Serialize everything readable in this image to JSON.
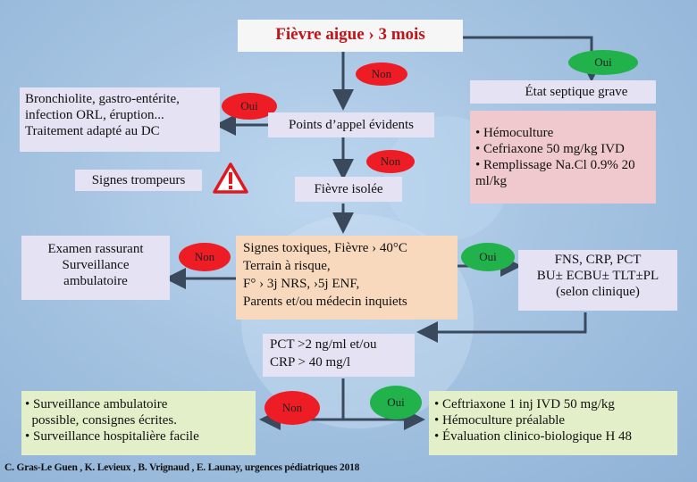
{
  "title": "Fièvre aigue › 3 mois",
  "labels": {
    "non": "Non",
    "oui": "Oui"
  },
  "boxes": {
    "bronchiolite": [
      "Bronchiolite, gastro-entérite,",
      "infection ORL, éruption...",
      "Traitement adapté au DC"
    ],
    "points_appel": "Points d’appel évidents",
    "signes_trompeurs": "Signes trompeurs",
    "fievre_isolee": "Fièvre isolée",
    "etat_septique": "État septique grave",
    "septique_actions": [
      "• Hémoculture",
      "• Cefriaxone 50 mg/kg IVD",
      "• Remplissage Na.Cl 0.9% 20 ml/kg"
    ],
    "examen_rassurant": [
      "Examen rassurant",
      "Surveillance",
      "ambulatoire"
    ],
    "signes_toxiques": [
      "Signes toxiques, Fièvre › 40°C",
      "Terrain à risque,",
      "F° › 3j NRS, ›5j ENF,",
      "Parents et/ou médecin inquiets"
    ],
    "fns": [
      " FNS, CRP, PCT",
      "BU± ECBU± TLT±PL",
      "(selon clinique)"
    ],
    "pct": [
      "PCT >2 ng/ml et/ou",
      "CRP > 40 mg/l"
    ],
    "surveillance": [
      "• Surveillance ambulatoire",
      "  possible, consignes écrites.",
      "• Surveillance hospitalière facile"
    ],
    "ceftriaxone": [
      "• Ceftriaxone 1 inj IVD 50 mg/kg",
      "• Hémoculture préalable",
      "• Évaluation clinico-biologique H 48"
    ]
  },
  "footer": "C. Gras-Le Guen , K. Levieux , B. Vrignaud , E. Launay, urgences pédiatriques 2018",
  "colors": {
    "title_red": "#c0141b",
    "pill_red": "#ee1c24",
    "pill_green": "#21b24b",
    "arrow": "#3a4a5c"
  },
  "icons": [
    "warning-triangle-icon"
  ]
}
